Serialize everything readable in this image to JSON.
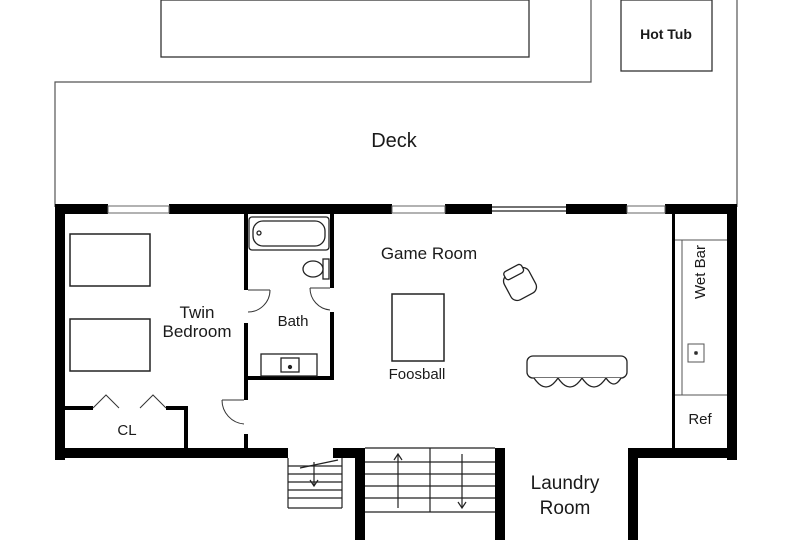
{
  "rooms": {
    "hot_tub": "Hot Tub",
    "deck": "Deck",
    "game_room": "Game Room",
    "wet_bar": "Wet Bar",
    "twin_bedroom_line1": "Twin",
    "twin_bedroom_line2": "Bedroom",
    "bath": "Bath",
    "foosball": "Foosball",
    "closet": "CL",
    "ref": "Ref",
    "laundry_line1": "Laundry",
    "laundry_line2": "Room"
  }
}
